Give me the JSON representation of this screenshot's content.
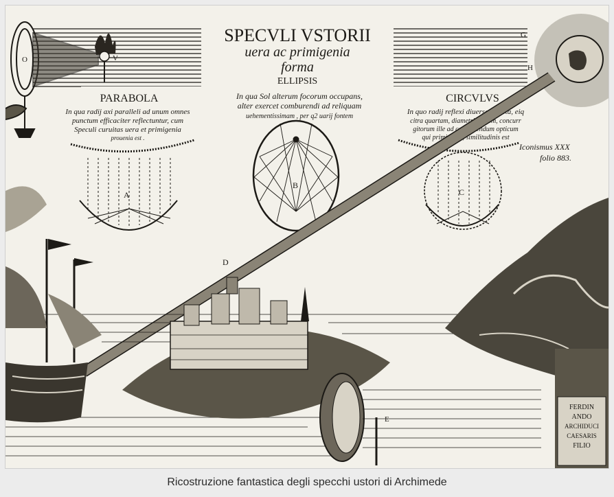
{
  "caption": "Ricostruzione fantastica degli specchi ustori di Archimede",
  "engraving": {
    "title_line1": "SPECVLI VSTORII",
    "title_line2": "uera ac primigenia",
    "title_line3": "forma",
    "title_line4": "ELLIPSIS",
    "ellipsis_text_1": "In qua Sol alterum focorum occupans,",
    "ellipsis_text_2": "alter exercet comburendi ad reliquam",
    "ellipsis_text_3": "uehementissimam , per q2 uarij fontem",
    "parabola_title": "PARABOLA",
    "parabola_text_1": "In qua radij axi paralleli ad unum omnes",
    "parabola_text_2": "punctum efficaciter reflectuntur, cum",
    "parabola_text_3": "Speculi curuitas uera et primigenia",
    "parabola_text_4": "prouenia est .",
    "circulus_title": "CIRCVLVS",
    "circulus_text_1": "In quo radij reflexi diuersa puncta, eiq",
    "circulus_text_2": "citra quartam, diametri partem, concurr",
    "circulus_text_3": "gitorum ille ad comburendum opticum",
    "circulus_text_4": "qui primigenia, similitudinis est",
    "iconismus_1": "Iconismus XXX",
    "iconismus_2": "folio 883.",
    "letter_a": "A",
    "letter_b": "B",
    "letter_c": "C",
    "letter_d": "D",
    "letter_e": "E",
    "letter_g": "G",
    "letter_h": "H",
    "letter_o": "O",
    "letter_v": "V",
    "plaque_1": "FERDIN",
    "plaque_2": "ANDO",
    "plaque_3": "ARCHIDUCI",
    "plaque_4": "CAESARIS",
    "plaque_5": "FILIO"
  },
  "colors": {
    "ink": "#1c1a16",
    "paper": "#f3f1ea",
    "caption_text": "#2b2b2b",
    "frame": "#ececec"
  }
}
